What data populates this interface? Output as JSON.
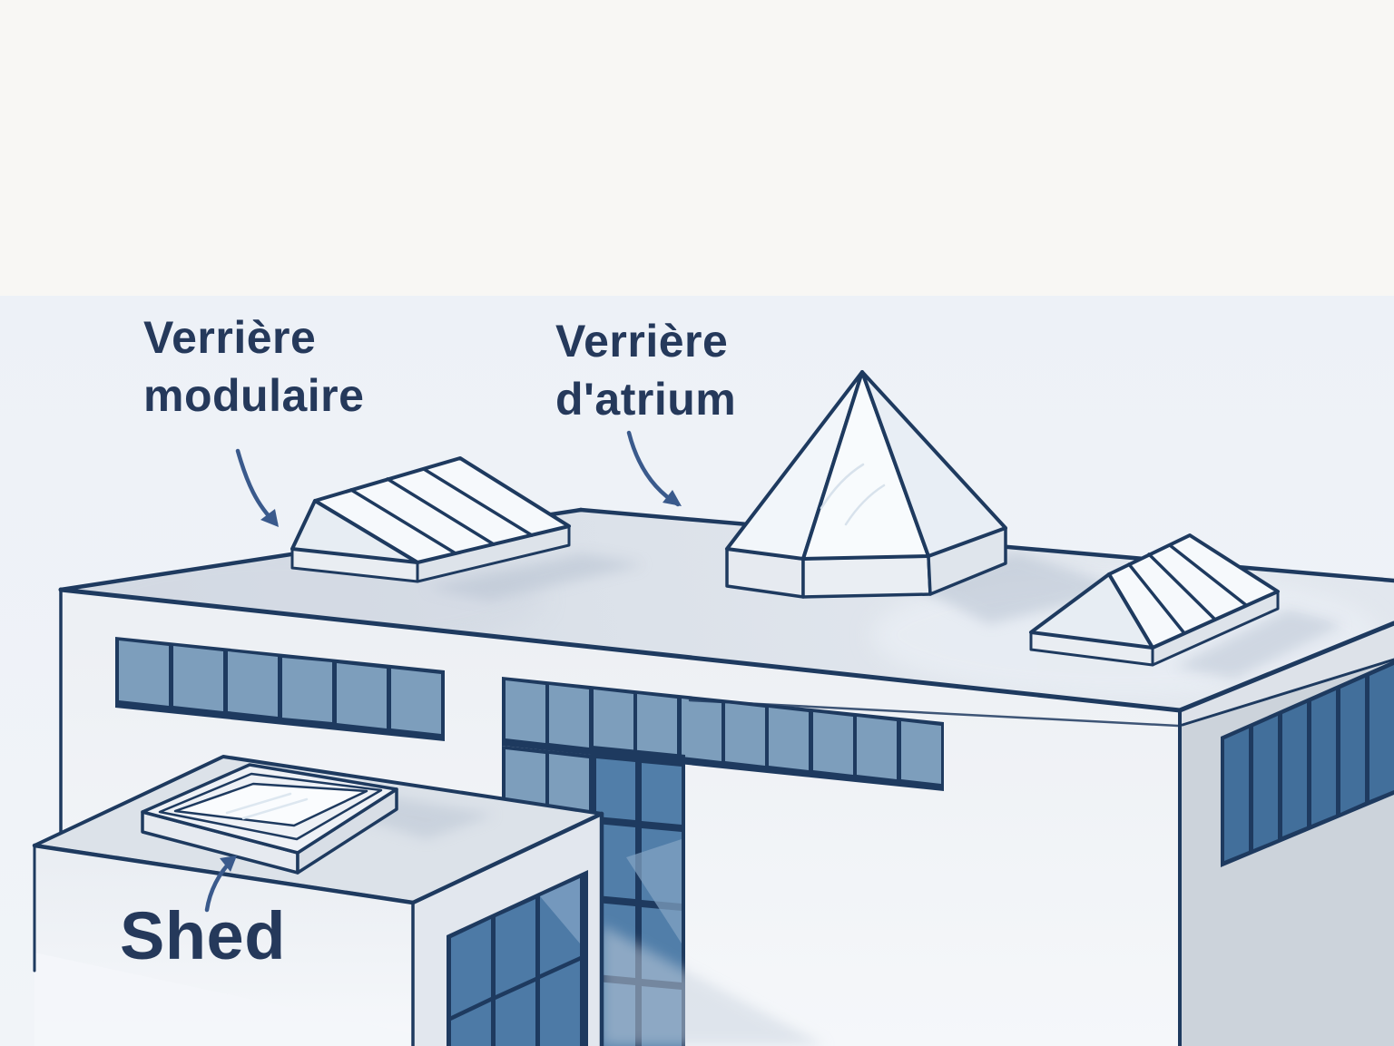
{
  "labels": {
    "modulaire": {
      "line1": "Verrière",
      "line2": "modulaire"
    },
    "atrium": {
      "line1": "Verrière",
      "line2": "d'atrium"
    },
    "shed": {
      "text": "Shed"
    }
  },
  "palette": {
    "label_text": "#25395b",
    "outline_navy": "#1e3a5f",
    "arrow_blue": "#3a5a8c",
    "background_top": "#f8f7f4",
    "background_bottom": "#edf1f7",
    "roof_gray": "#dce2e9",
    "wall_light": "#edf0f4",
    "wall_side": "#ccd3db",
    "glass_band_light": "#7d9ebc",
    "glass_dark": "#4d7aa6",
    "glass_side_band": "#426f9b",
    "skylight_glass_white": "#f6f9fc"
  }
}
